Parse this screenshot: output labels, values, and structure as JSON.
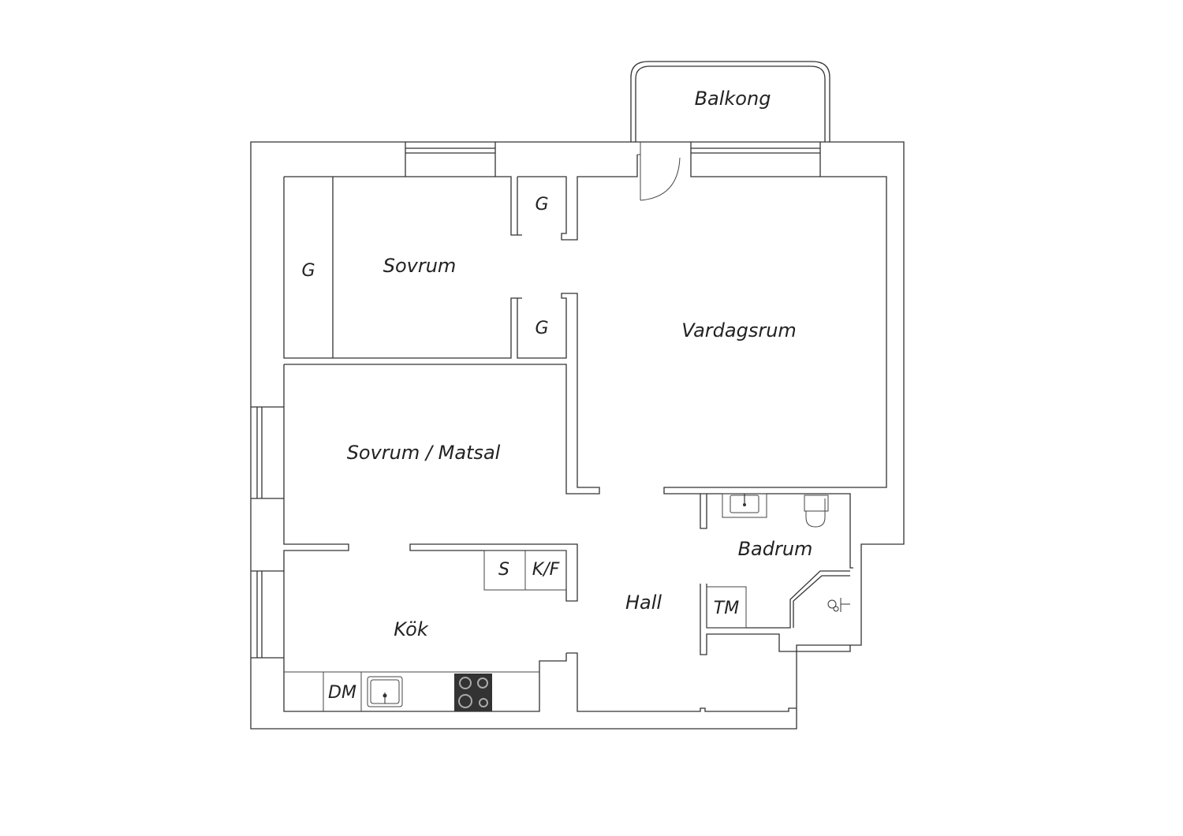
{
  "rooms": {
    "balkong": "Balkong",
    "sovrum": "Sovrum",
    "vardagsrum": "Vardagsrum",
    "sovrum_matsal": "Sovrum / Matsal",
    "badrum": "Badrum",
    "hall": "Hall",
    "kok": "Kök"
  },
  "fixtures": {
    "garderob_left": "G",
    "garderob_top": "G",
    "garderob_bottom": "G",
    "stove_s": "S",
    "fridge_kf": "K/F",
    "washer_tm": "TM",
    "dishwasher_dm": "DM"
  },
  "colors": {
    "wall": "#333333",
    "stove": "#333333",
    "background": "#ffffff"
  }
}
